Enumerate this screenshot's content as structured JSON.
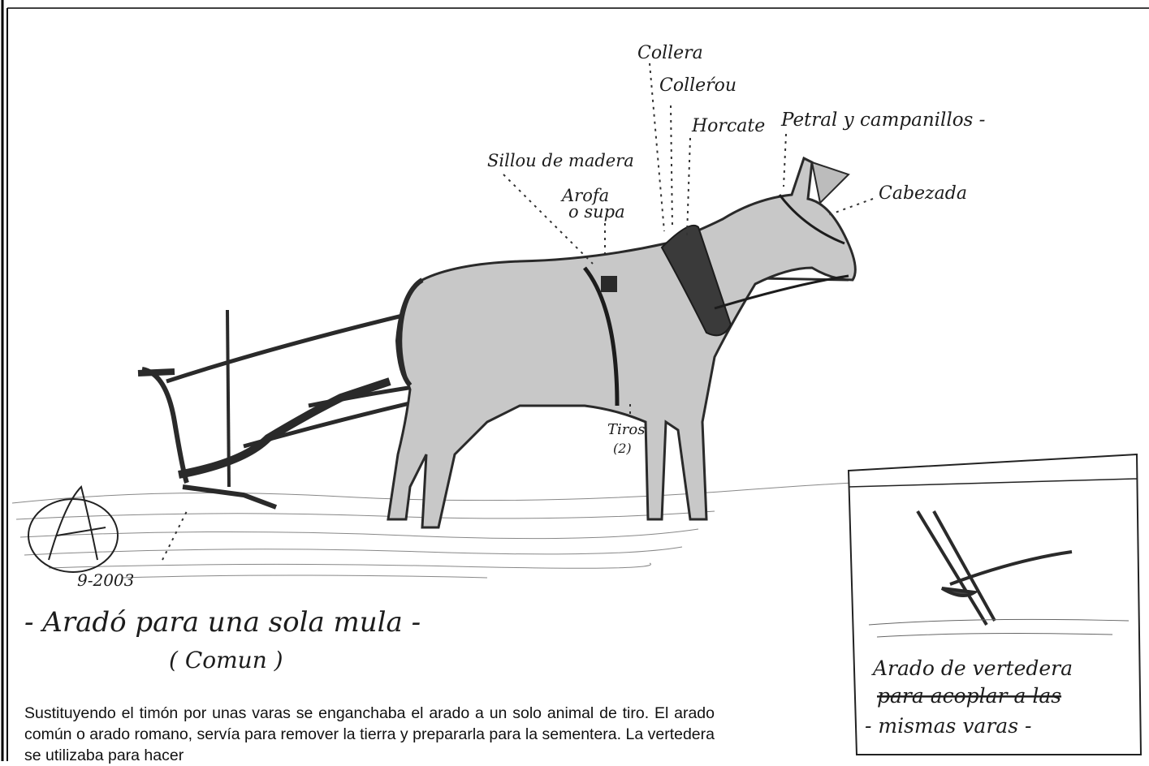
{
  "labels": {
    "collera": "Collera",
    "colleron": "Colleŕou",
    "horcate": "Horcate",
    "petral": "Petral y campanillos -",
    "sillon": "Sillou de madera",
    "arofa_line1": "Arofa",
    "arofa_line2": "o supa",
    "cabezada": "Cabezada",
    "tiros_line1": "Tiros",
    "tiros_line2": "(2)"
  },
  "signature": {
    "date": "9-2003"
  },
  "title": {
    "main": "- Aradó para una sola mula -",
    "sub": "( Comun )"
  },
  "inset": {
    "line1": "Arado de vertedera",
    "line2": "para acoplar a las",
    "line3": "- mismas varas -"
  },
  "caption": "Sustituyendo el timón por unas varas se enganchaba  el arado a un solo animal de tiro. El  arado común o arado romano, servía para remover la tierra y prepararla para la sementera.  La vertedera se utilizaba para hacer",
  "colors": {
    "ink": "#1c1c1c",
    "border": "#000000"
  }
}
